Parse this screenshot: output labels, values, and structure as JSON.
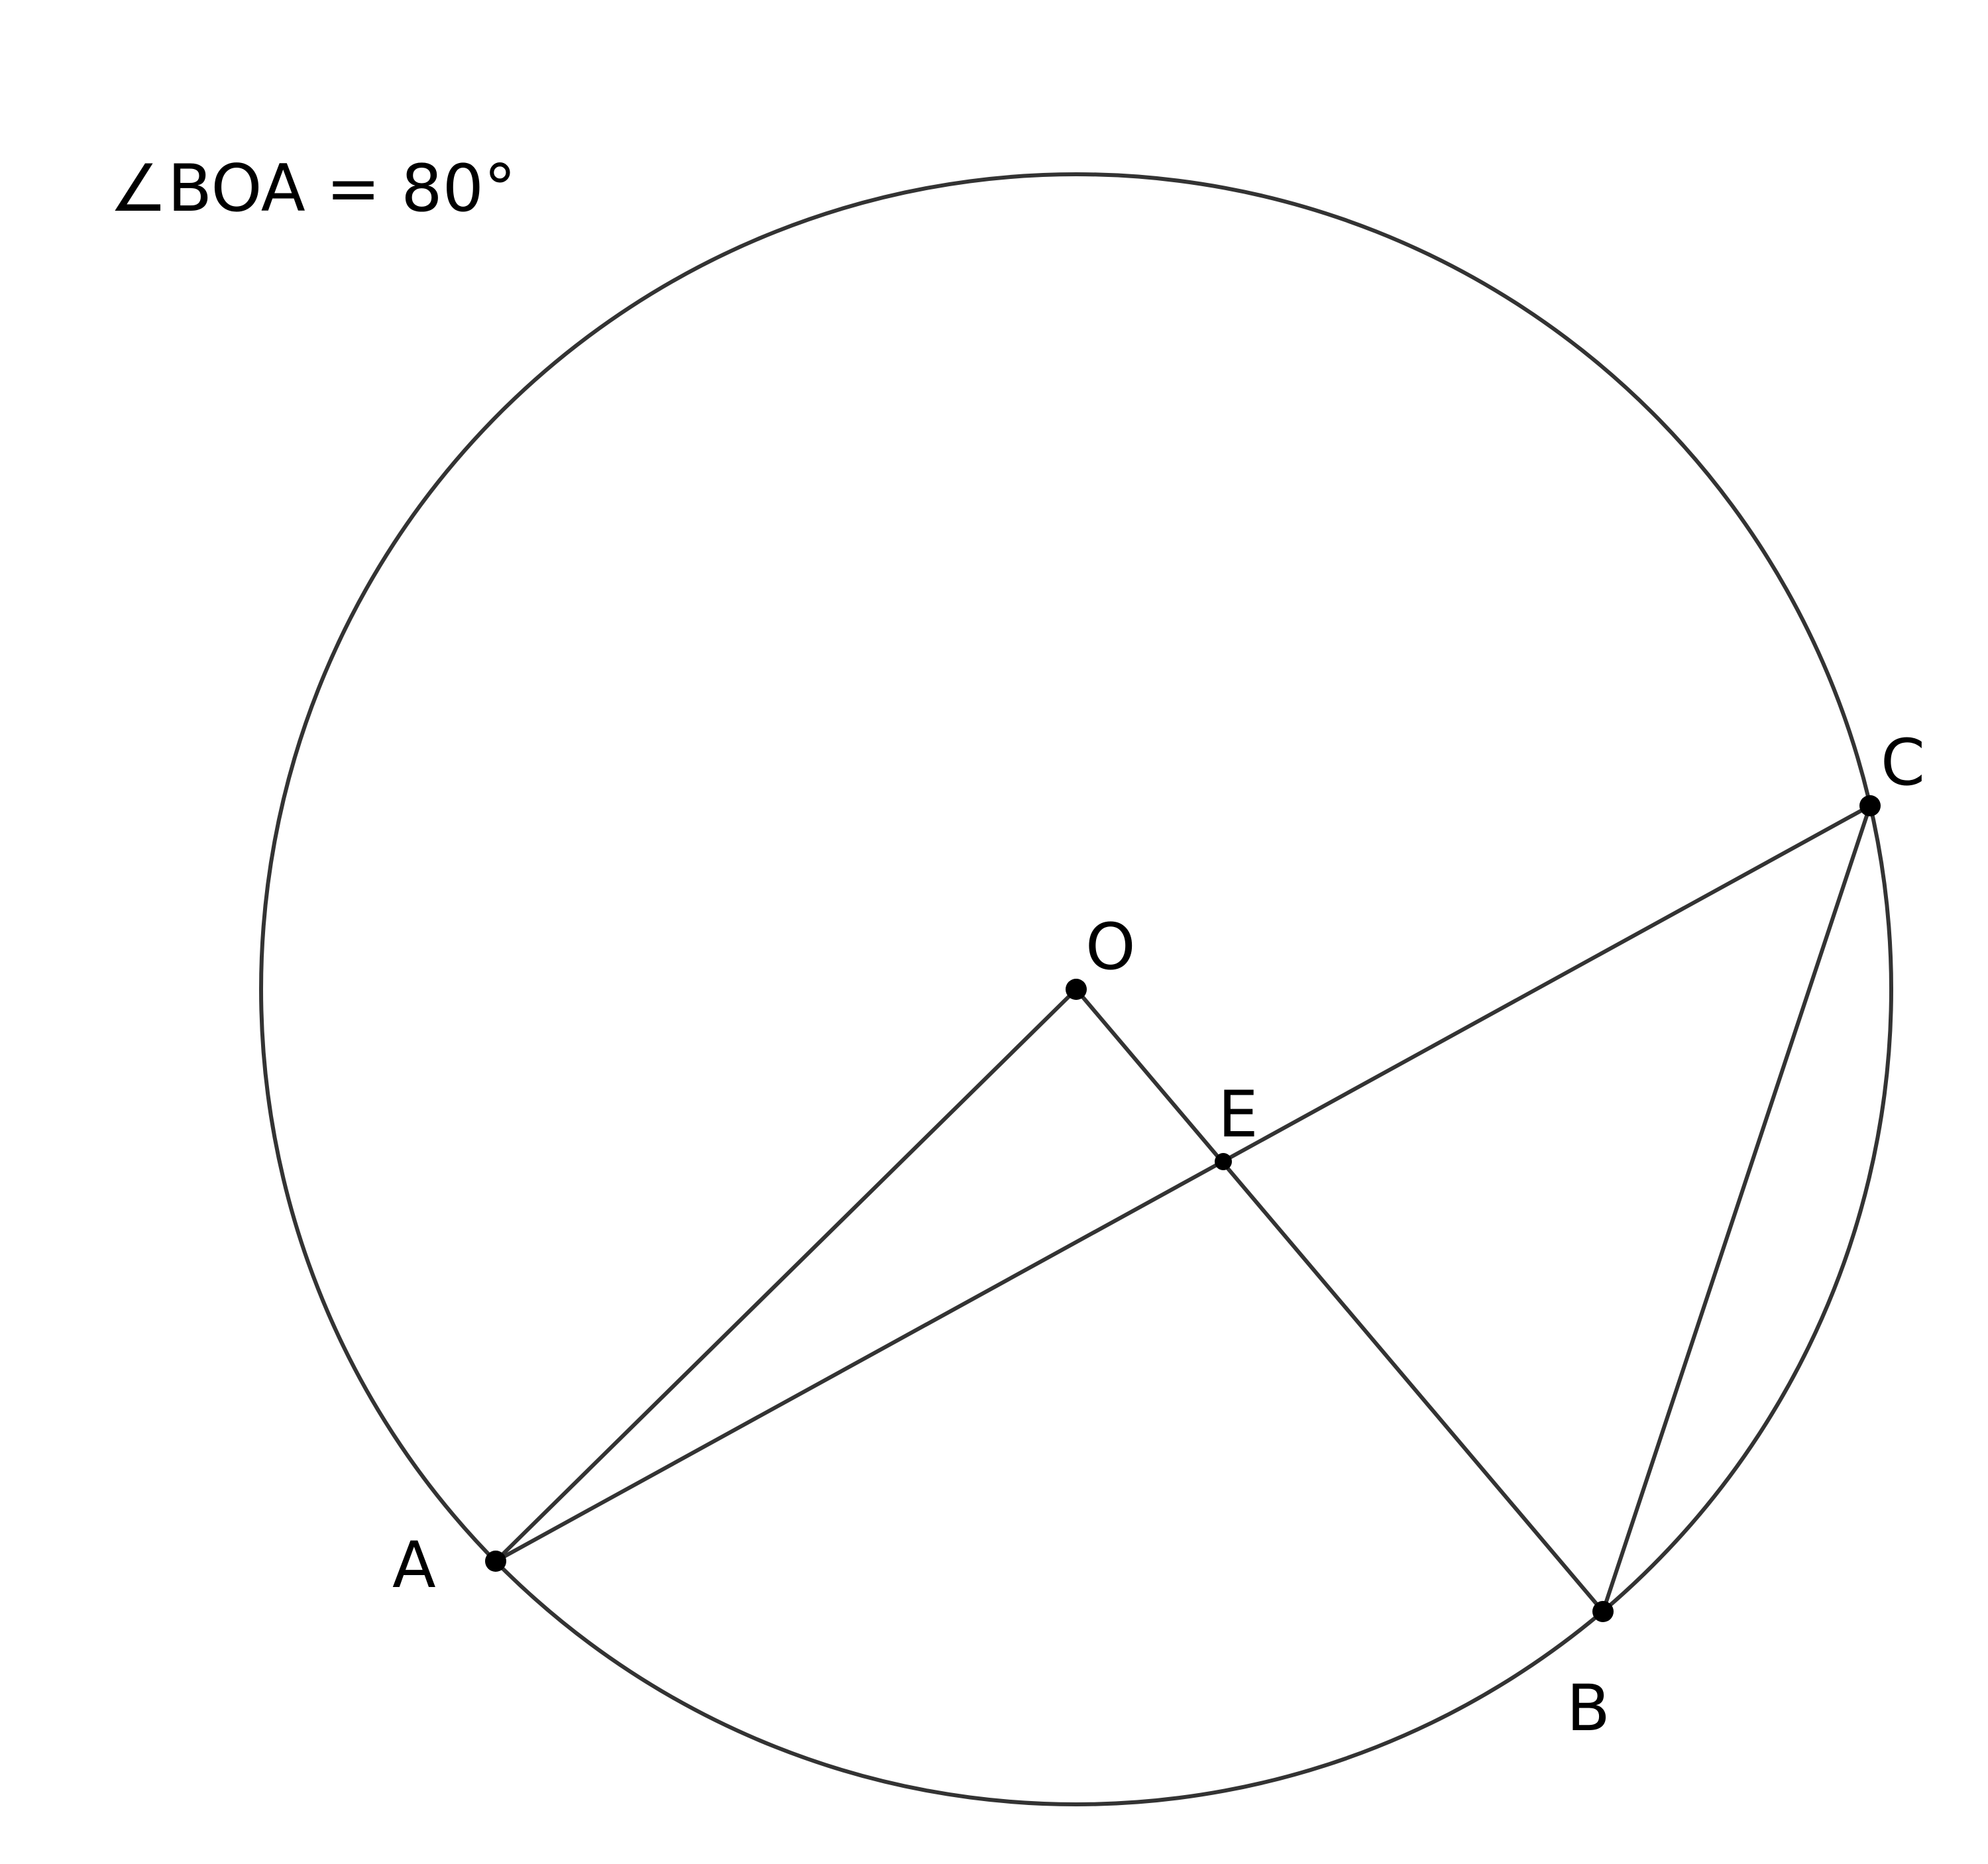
{
  "annotation": "∠BOA = 80°",
  "colors": {
    "stroke": "#333333",
    "point": "#000000",
    "background": "#ffffff"
  },
  "points": [
    {
      "id": "O",
      "label": "O"
    },
    {
      "id": "A",
      "label": "A"
    },
    {
      "id": "B",
      "label": "B"
    },
    {
      "id": "C",
      "label": "C"
    },
    {
      "id": "E",
      "label": "E"
    }
  ],
  "segments": [
    [
      "O",
      "A"
    ],
    [
      "O",
      "B"
    ],
    [
      "A",
      "C"
    ],
    [
      "B",
      "C"
    ]
  ]
}
